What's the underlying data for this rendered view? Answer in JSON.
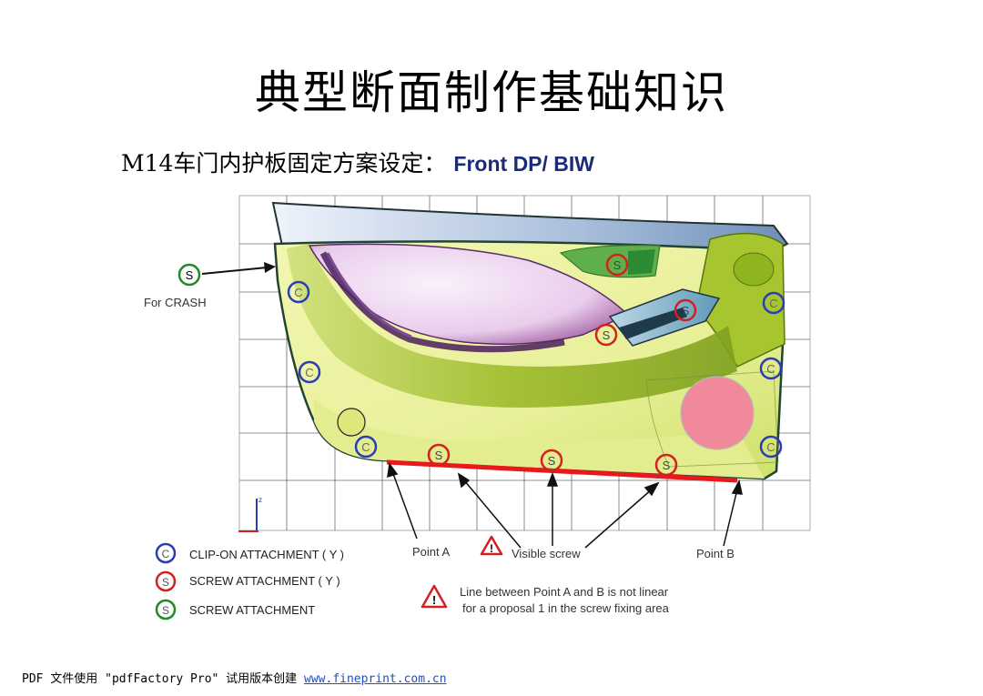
{
  "page": {
    "title": "典型断面制作基础知识",
    "subtitle_prefix": "M14车门内护板固定方案设定：",
    "subtitle_suffix": "Front DP/ BIW"
  },
  "figure": {
    "for_crash_label": "For CRASH",
    "clip_symbol": "C",
    "screw_symbol": "S",
    "legend": [
      {
        "symbol": "C",
        "color": "#2a3db5",
        "label": "CLIP-ON ATTACHMENT ( Y )"
      },
      {
        "symbol": "S",
        "color": "#d42020",
        "label": "SCREW ATTACHMENT ( Y )"
      },
      {
        "symbol": "S",
        "color": "#1f8a2a",
        "label": "SCREW ATTACHMENT"
      }
    ],
    "point_a_label": "Point A",
    "point_b_label": "Point B",
    "visible_screw_label": "Visible screw",
    "note_line1": "Line between Point A and B is not linear",
    "note_line2": "for a proposal 1 in the screw fixing area",
    "axis_z_label": "z",
    "colors": {
      "clip": "#2a3db5",
      "screw_y": "#d42020",
      "screw": "#1f8a2a",
      "line_ab": "#e8191b",
      "panel": "#eef3a0",
      "panel_dark": "#a9c431"
    }
  },
  "footer": {
    "text": "PDF 文件使用 \"pdfFactory Pro\" 试用版本创建 ",
    "link": "www.fineprint.com.cn"
  }
}
